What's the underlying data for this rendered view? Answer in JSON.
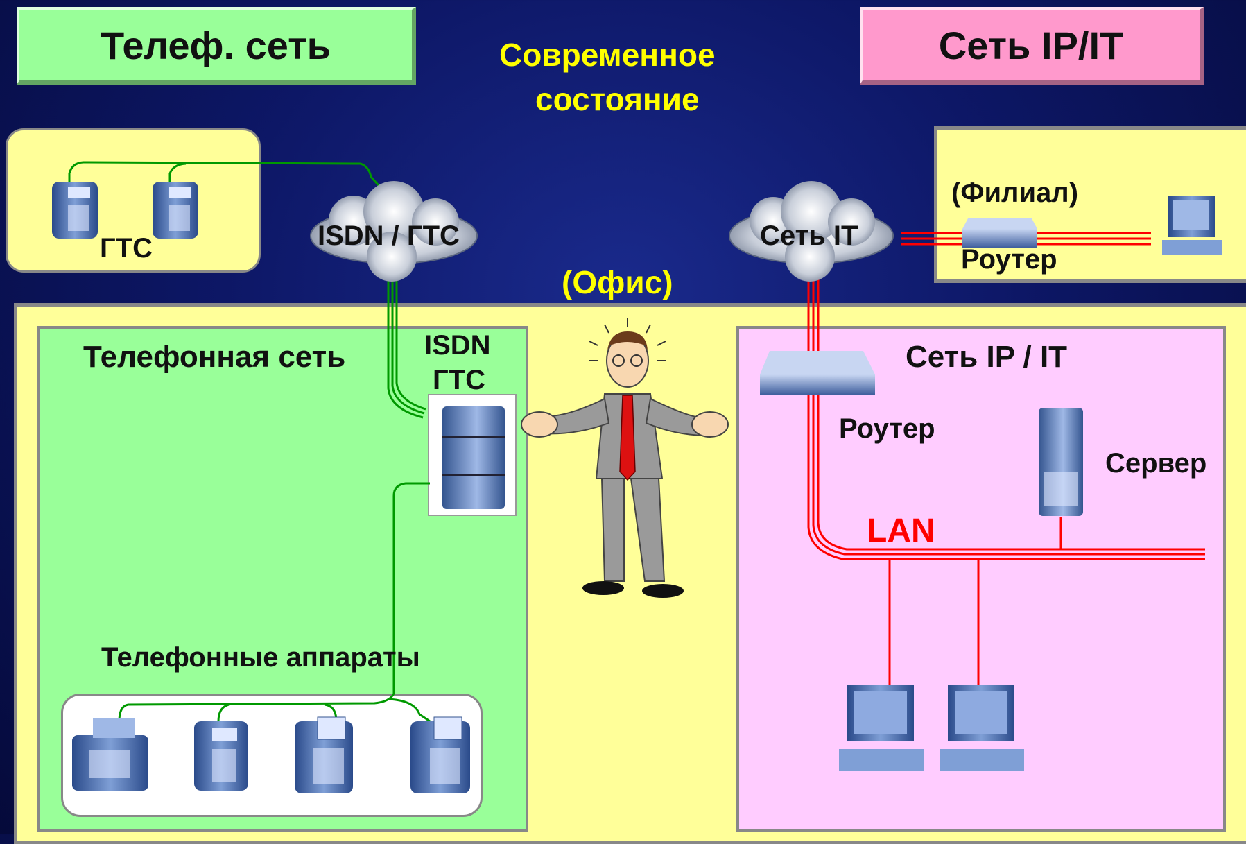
{
  "banners": {
    "phone_network": "Телеф. сеть",
    "ip_network": "Сеть IP/IT"
  },
  "title": {
    "line1": "Современное",
    "line2": "состояние"
  },
  "labels": {
    "gts": "ГТС",
    "cloud_isdn": "ISDN / ГТС",
    "cloud_it": "Сеть IT",
    "branch": "(Филиал)",
    "branch_router": "Роутер",
    "office": "(Офис)",
    "phone_net": "Телефонная сеть",
    "isdn": "ISDN",
    "gts2": "ГТС",
    "ip_it": "Сеть IP / IT",
    "router": "Роутер",
    "server": "Сервер",
    "lan": "LAN",
    "phones": "Телефонные аппараты"
  },
  "colors": {
    "phone_green": "#99ff99",
    "ip_pink": "#ffccff",
    "office_yellow": "#ffff99",
    "title_yellow": "#ffff00",
    "lan_red": "#ff0000",
    "line_green": "#009900"
  }
}
